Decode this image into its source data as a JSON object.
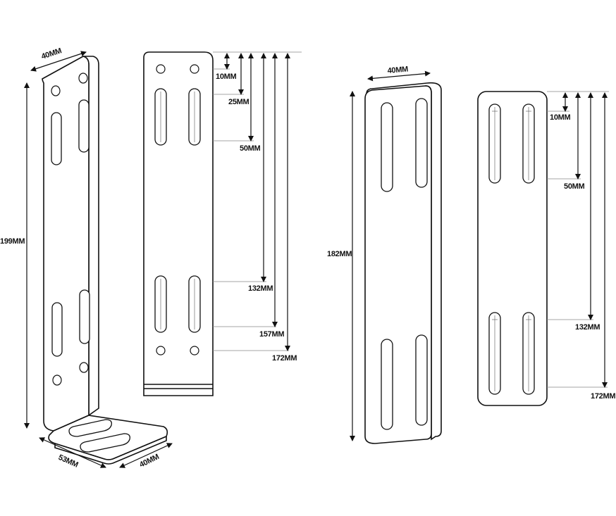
{
  "angle_bracket_3d": {
    "top_width": "40MM",
    "height": "199MM",
    "base_length": "53MM",
    "base_width": "40MM"
  },
  "angle_bracket_front": {
    "dims": [
      "10MM",
      "25MM",
      "50MM",
      "132MM",
      "157MM",
      "172MM"
    ]
  },
  "flat_plate_3d": {
    "width": "40MM",
    "height": "182MM"
  },
  "flat_plate_front": {
    "dims": [
      "10MM",
      "50MM",
      "132MM",
      "172MM"
    ]
  },
  "colors": {
    "line": "#111111",
    "background": "#ffffff"
  }
}
